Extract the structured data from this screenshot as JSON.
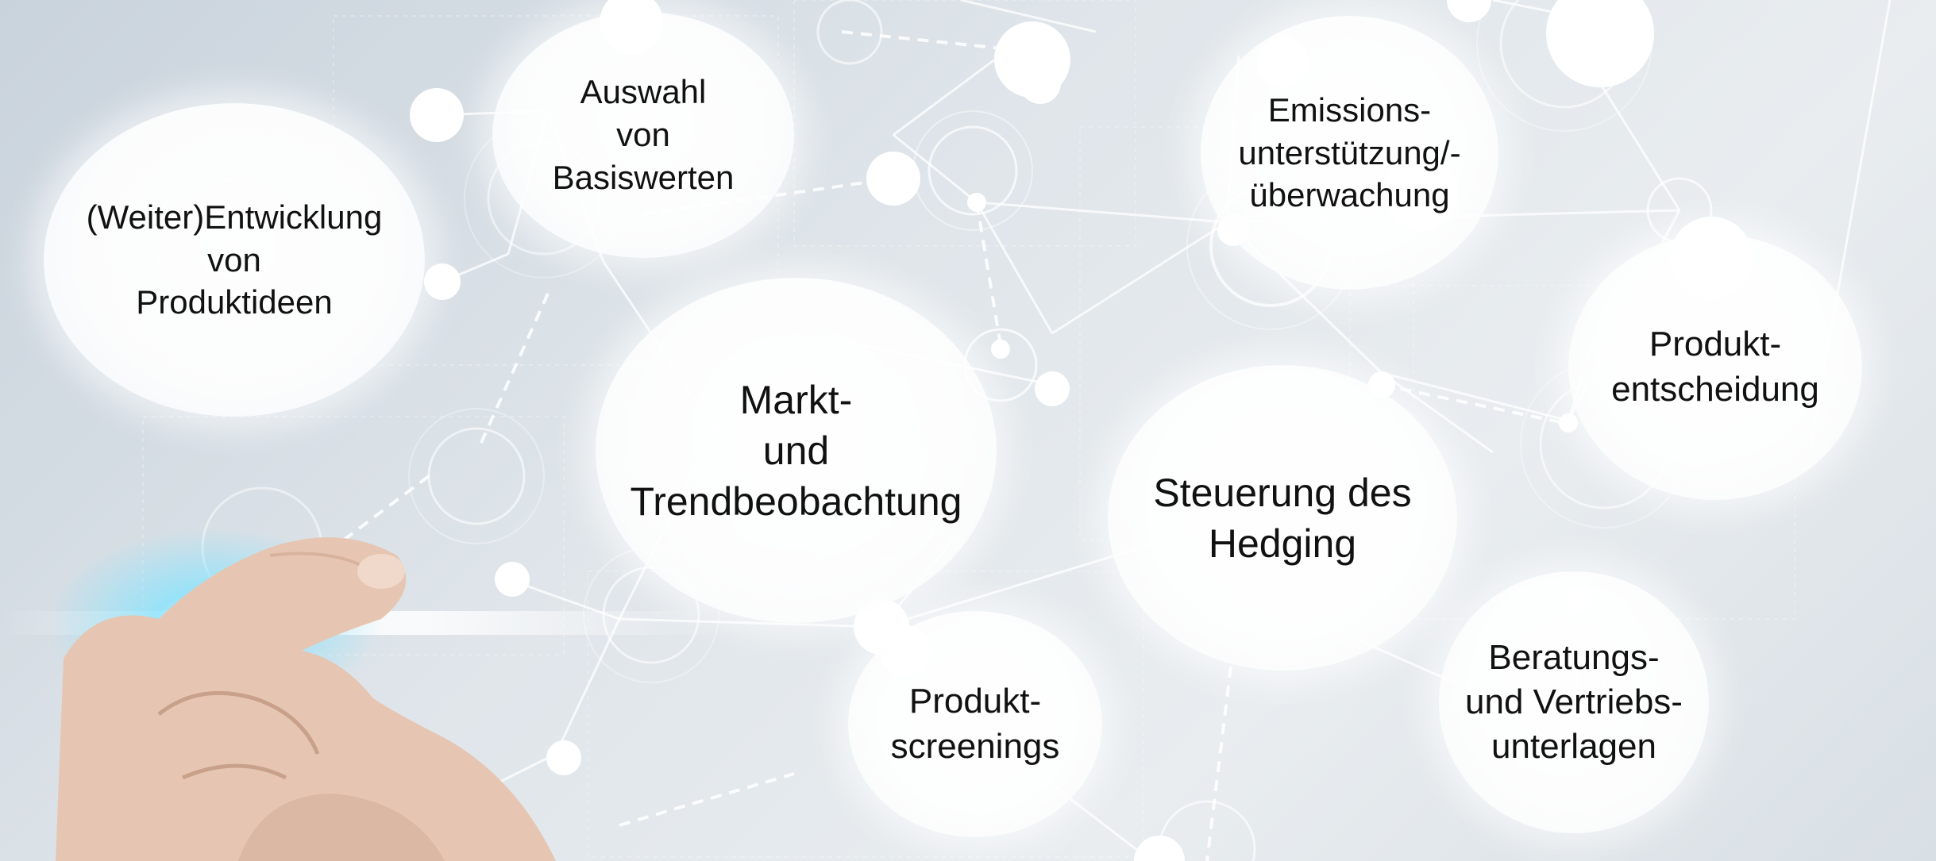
{
  "bubbles": [
    {
      "id": "produktideen",
      "label": "(Weiter)Entwicklung\nvon\nProduktideen"
    },
    {
      "id": "basiswerte",
      "label": "Auswahl\nvon\nBasiswerten"
    },
    {
      "id": "emission",
      "label": "Emissions-\nunterstützung/-\nüberwachung"
    },
    {
      "id": "produktentscheidung",
      "label": "Produkt-\nentscheidung"
    },
    {
      "id": "markt",
      "label": "Markt-\nund\nTrendbeobachtung"
    },
    {
      "id": "hedging",
      "label": "Steuerung des\nHedging"
    },
    {
      "id": "screenings",
      "label": "Produkt-\nscreenings"
    },
    {
      "id": "beratung",
      "label": "Beratungs-\nund Vertriebs-\nunterlagen"
    }
  ],
  "colors": {
    "background": "#d8dfe5",
    "bubble": "#ffffff",
    "text": "#111111",
    "pen_glow": "#3fd0f0"
  },
  "icons": {
    "hand": "hand-with-pen-icon"
  }
}
